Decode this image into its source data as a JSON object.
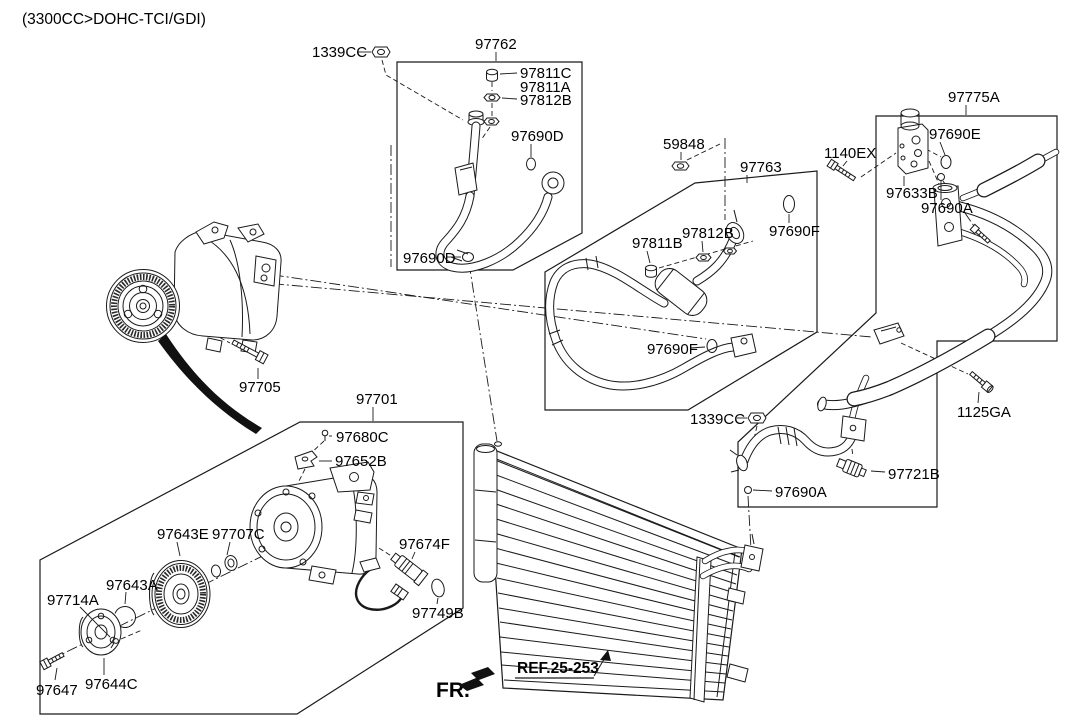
{
  "title": "(3300CC>DOHC-TCI/GDI)",
  "footer": {
    "ref": "REF.25-253",
    "direction": "FR."
  },
  "colors": {
    "line": "#1a1a1a",
    "background": "#ffffff",
    "belt": "#111111"
  },
  "callouts": {
    "nut_1339cc_top": "1339CC",
    "box_97762": "97762",
    "cap_97811c": "97811C",
    "seal_97811a": "97811A",
    "nut_97812b_top": "97812B",
    "oring_97690d_in_box": "97690D",
    "oring_97690d_left": "97690D",
    "nut_59848": "59848",
    "box_97763": "97763",
    "bolt_1140ex": "1140EX",
    "box_97775a": "97775A",
    "oring_97690e": "97690E",
    "valve_97633b": "97633B",
    "oring_97690a_top": "97690A",
    "cap_97811b": "97811B",
    "nut_97812b_mid": "97812B",
    "oring_97690f_right": "97690F",
    "oring_97690f_left": "97690F",
    "bolt_97705": "97705",
    "box_97701": "97701",
    "nut_1339cc_bottom": "1339CC",
    "bolt_1125ga": "1125GA",
    "sensor_97721b": "97721B",
    "oring_97690a_bottom": "97690A",
    "screw_97680c": "97680C",
    "bracket_97652b": "97652B",
    "pulley_97643e": "97643E",
    "seal_97707c": "97707C",
    "valve_97674f": "97674F",
    "ring_97643a": "97643A",
    "screw_97714a": "97714A",
    "oring_97749b": "97749B",
    "bolt_97647": "97647",
    "disc_97644c": "97644C"
  }
}
